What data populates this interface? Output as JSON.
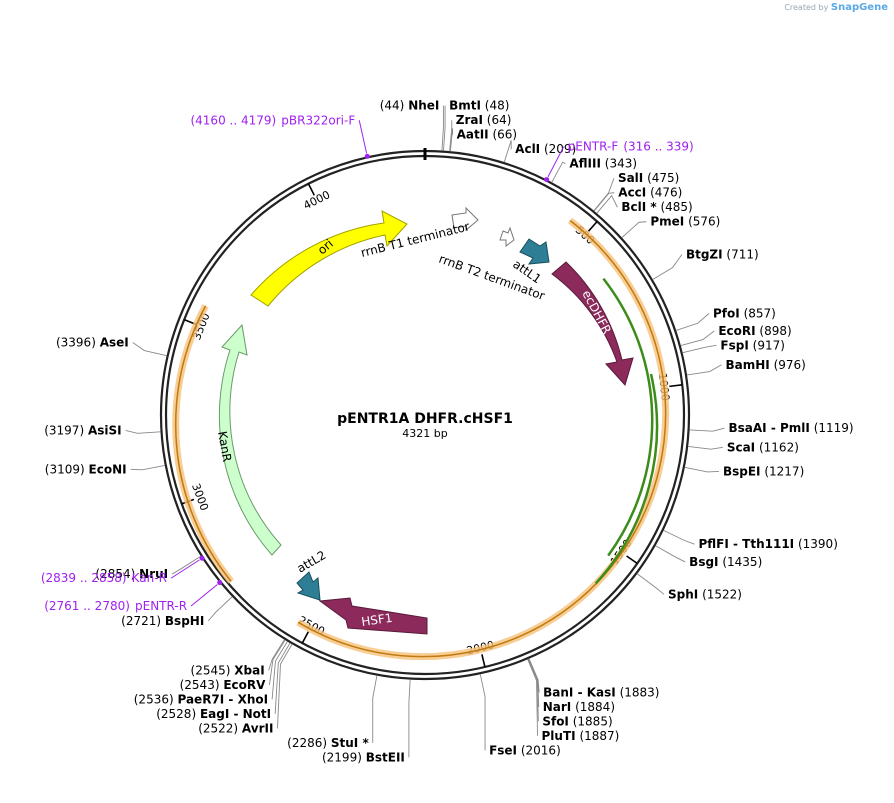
{
  "credit": {
    "prefix": "Created by",
    "brand": "SnapGene"
  },
  "plasmid": {
    "name": "pENTR1A DHFR.cHSF1",
    "size_label": "4321 bp",
    "length": 4321
  },
  "ticks": [
    {
      "pos": 500,
      "label": "500"
    },
    {
      "pos": 1000,
      "label": "1000"
    },
    {
      "pos": 1500,
      "label": "1500"
    },
    {
      "pos": 2000,
      "label": "2000"
    },
    {
      "pos": 2500,
      "label": "2500"
    },
    {
      "pos": 3000,
      "label": "3000"
    },
    {
      "pos": 3500,
      "label": "3500"
    },
    {
      "pos": 4000,
      "label": "4000"
    }
  ],
  "sites": [
    {
      "name": "NheI",
      "pos": "(44)",
      "bp": 44,
      "side": "L"
    },
    {
      "name": "BmtI",
      "pos": "(48)",
      "bp": 48,
      "side": "R"
    },
    {
      "name": "ZraI",
      "pos": "(64)",
      "bp": 64,
      "side": "R"
    },
    {
      "name": "AatII",
      "pos": "(66)",
      "bp": 66,
      "side": "R"
    },
    {
      "name": "AclI",
      "pos": "(209)",
      "bp": 209,
      "side": "R"
    },
    {
      "name": "AflIII",
      "pos": "(343)",
      "bp": 343,
      "side": "R"
    },
    {
      "name": "SalI",
      "pos": "(475)",
      "bp": 475,
      "side": "R"
    },
    {
      "name": "AccI",
      "pos": "(476)",
      "bp": 476,
      "side": "R"
    },
    {
      "name": "BclI *",
      "pos": "(485)",
      "bp": 485,
      "side": "R"
    },
    {
      "name": "PmeI",
      "pos": "(576)",
      "bp": 576,
      "side": "R"
    },
    {
      "name": "BtgZI",
      "pos": "(711)",
      "bp": 711,
      "side": "R"
    },
    {
      "name": "PfoI",
      "pos": "(857)",
      "bp": 857,
      "side": "R"
    },
    {
      "name": "EcoRI",
      "pos": "(898)",
      "bp": 898,
      "side": "R"
    },
    {
      "name": "FspI",
      "pos": "(917)",
      "bp": 917,
      "side": "R"
    },
    {
      "name": "BamHI",
      "pos": "(976)",
      "bp": 976,
      "side": "R"
    },
    {
      "name": "BsaAI  -  PmlI",
      "pos": "(1119)",
      "bp": 1119,
      "side": "R"
    },
    {
      "name": "ScaI",
      "pos": "(1162)",
      "bp": 1162,
      "side": "R"
    },
    {
      "name": "BspEI",
      "pos": "(1217)",
      "bp": 1217,
      "side": "R"
    },
    {
      "name": "PflFI  -  Tth111I",
      "pos": "(1390)",
      "bp": 1390,
      "side": "R"
    },
    {
      "name": "BsgI",
      "pos": "(1435)",
      "bp": 1435,
      "side": "R"
    },
    {
      "name": "SphI",
      "pos": "(1522)",
      "bp": 1522,
      "side": "R"
    },
    {
      "name": "BanI  -  KasI",
      "pos": "(1883)",
      "bp": 1883,
      "side": "R"
    },
    {
      "name": "NarI",
      "pos": "(1884)",
      "bp": 1884,
      "side": "R"
    },
    {
      "name": "SfoI",
      "pos": "(1885)",
      "bp": 1885,
      "side": "R"
    },
    {
      "name": "PluTI",
      "pos": "(1887)",
      "bp": 1887,
      "side": "R"
    },
    {
      "name": "FseI",
      "pos": "(2016)",
      "bp": 2016,
      "side": "R"
    },
    {
      "name": "BstEII",
      "pos": "(2199)",
      "bp": 2199,
      "side": "L"
    },
    {
      "name": "StuI *",
      "pos": "(2286)",
      "bp": 2286,
      "side": "L"
    },
    {
      "name": "AvrII",
      "pos": "(2522)",
      "bp": 2522,
      "side": "L"
    },
    {
      "name": "EagI  -  NotI",
      "pos": "(2528)",
      "bp": 2528,
      "side": "L"
    },
    {
      "name": "PaeR7I  -  XhoI",
      "pos": "(2536)",
      "bp": 2536,
      "side": "L"
    },
    {
      "name": "EcoRV",
      "pos": "(2543)",
      "bp": 2543,
      "side": "L"
    },
    {
      "name": "XbaI",
      "pos": "(2545)",
      "bp": 2545,
      "side": "L"
    },
    {
      "name": "BspHI",
      "pos": "(2721)",
      "bp": 2721,
      "side": "L"
    },
    {
      "name": "NruI",
      "pos": "(2854)",
      "bp": 2854,
      "side": "L"
    },
    {
      "name": "EcoNI",
      "pos": "(3109)",
      "bp": 3109,
      "side": "L"
    },
    {
      "name": "AsiSI",
      "pos": "(3197)",
      "bp": 3197,
      "side": "L"
    },
    {
      "name": "AseI",
      "pos": "(3396)",
      "bp": 3396,
      "side": "L"
    }
  ],
  "primers": [
    {
      "name": "pBR322ori-F",
      "range": "(4160 .. 4179)",
      "bp": 4170,
      "side": "L"
    },
    {
      "name": "pENTR-F",
      "range": "(316 .. 339)",
      "bp": 328,
      "side": "R"
    },
    {
      "name": "Kan-R",
      "range": "(2839 .. 2858)",
      "bp": 2848,
      "side": "L"
    },
    {
      "name": "pENTR-R",
      "range": "(2761 .. 2780)",
      "bp": 2770,
      "side": "L"
    }
  ],
  "features": [
    {
      "name": "ori",
      "color": "#ffff00",
      "stroke": "#a0a000"
    },
    {
      "name": "rrnB T1 terminator",
      "color": "#ffffff",
      "stroke": "#777777"
    },
    {
      "name": "rrnB T2 terminator",
      "color": "#ffffff",
      "stroke": "#777777"
    },
    {
      "name": "attL1",
      "color": "#2e7f95",
      "stroke": "#1a4f5e"
    },
    {
      "name": "ecDHFR",
      "color": "#8b2a5b",
      "stroke": "#5a1a3a"
    },
    {
      "name": "KanR",
      "color": "#ccffcc",
      "stroke": "#6a9a6a"
    },
    {
      "name": "attL2",
      "color": "#2e7f95",
      "stroke": "#1a4f5e"
    },
    {
      "name": "HSF1",
      "color": "#8b2a5b",
      "stroke": "#5a1a3a"
    }
  ]
}
